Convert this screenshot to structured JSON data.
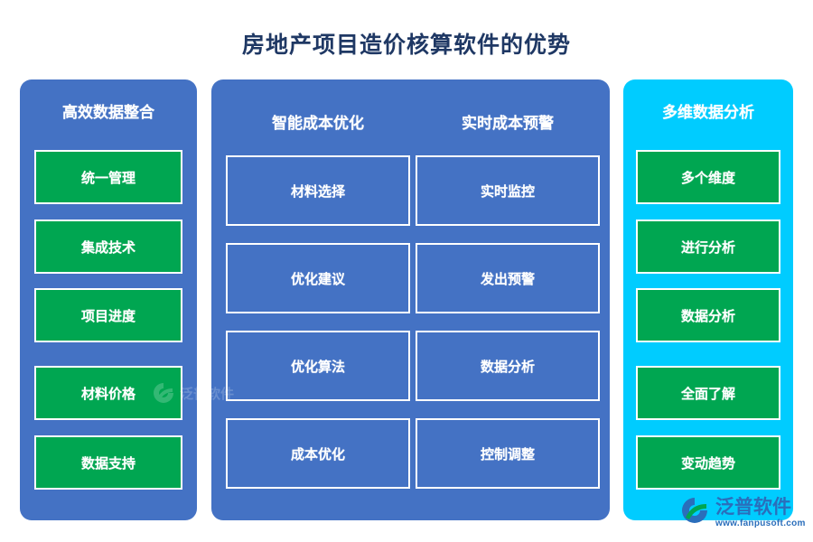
{
  "title": "房地产项目造价核算软件的优势",
  "colors": {
    "title": "#1F3864",
    "panel_blue": "#4472C4",
    "panel_cyan": "#00CCFF",
    "card_green": "#00A651",
    "card_border": "#FFFFFF",
    "logo_blue": "#2A6EBB",
    "background": "#FFFFFF"
  },
  "left_panel": {
    "header": "高效数据整合",
    "cards": [
      {
        "label": "统一管理"
      },
      {
        "label": "集成技术"
      },
      {
        "label": "项目进度"
      },
      {
        "label": "材料价格"
      },
      {
        "label": "数据支持"
      }
    ]
  },
  "middle_panel": {
    "columns": [
      {
        "header": "智能成本优化",
        "cards": [
          {
            "label": "材料选择"
          },
          {
            "label": "优化建议"
          },
          {
            "label": "优化算法"
          },
          {
            "label": "成本优化"
          }
        ]
      },
      {
        "header": "实时成本预警",
        "cards": [
          {
            "label": "实时监控"
          },
          {
            "label": "发出预警"
          },
          {
            "label": "数据分析"
          },
          {
            "label": "控制调整"
          }
        ]
      }
    ]
  },
  "right_panel": {
    "header": "多维数据分析",
    "cards": [
      {
        "label": "多个维度"
      },
      {
        "label": "进行分析"
      },
      {
        "label": "数据分析"
      },
      {
        "label": "全面了解"
      },
      {
        "label": "变动趋势"
      }
    ]
  },
  "watermarks": {
    "center_text": "泛普软件",
    "logo_name": "泛普软件",
    "logo_url": "www.fanpusoft.com"
  }
}
